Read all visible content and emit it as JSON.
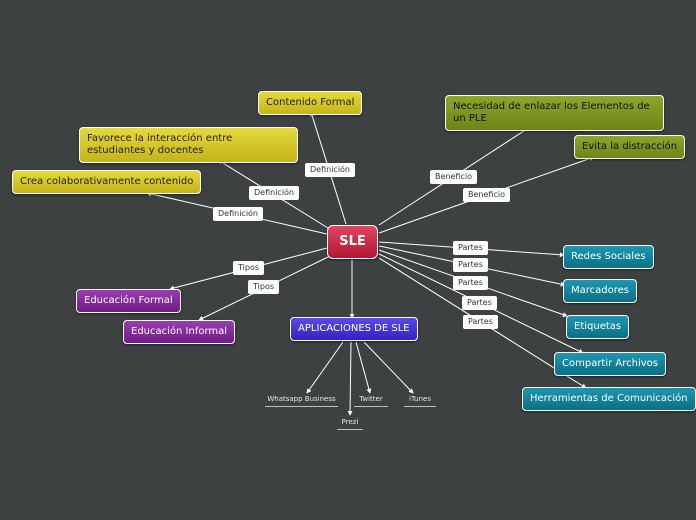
{
  "root": "SLE",
  "definitions": {
    "label": "Definición",
    "items": [
      "Contenido Formal",
      "Favorece la interacción entre estudiantes y docentes",
      "Crea colaborativamente contenido"
    ]
  },
  "benefits": {
    "label": "Beneficio",
    "items": [
      "Necesidad de enlazar los Elementos de un PLE",
      "Evita la distracción"
    ]
  },
  "types": {
    "label": "Tipos",
    "items": [
      "Educación Formal",
      "Educación Informal"
    ]
  },
  "parts": {
    "label": "Partes",
    "items": [
      "Redes Sociales",
      "Marcadores",
      "Etiquetas",
      "Compartir Archivos",
      "Herramientas de Comunicación"
    ]
  },
  "applications": {
    "title": "APLICACIONES DE SLE",
    "items": [
      "Whatsapp Business",
      "Prezi",
      "Twitter",
      "iTunes"
    ]
  },
  "colors": {
    "background": "#3d4142",
    "root": "#c8203e",
    "definition": "#d9c92a",
    "benefit": "#7e9620",
    "type": "#84299b",
    "part": "#1384a0",
    "applications": "#4433d8"
  }
}
